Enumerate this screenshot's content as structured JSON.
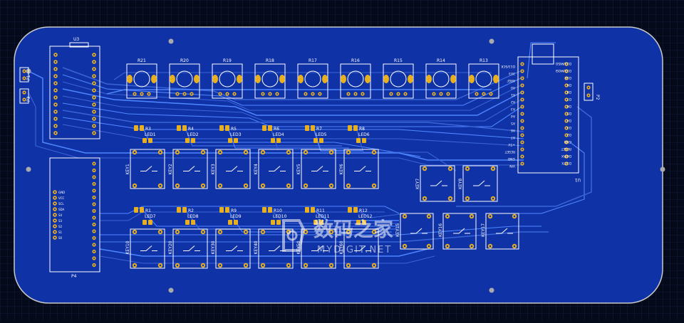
{
  "colors": {
    "background": "#050a1a",
    "grid": "#1b2a55",
    "board": "#0f32a6",
    "board_edge": "#c8c8c8",
    "trace": "#4f86ff",
    "trace_dark": "#3a64d8",
    "silk": "#ffffff",
    "pad": "#e8b020",
    "watermark": "#ffffff"
  },
  "pots": [
    "R21",
    "R20",
    "R19",
    "R18",
    "R17",
    "R16",
    "R15",
    "R14",
    "R13"
  ],
  "leds_row1": [
    {
      "led": "LED1",
      "res": "R3"
    },
    {
      "led": "LED2",
      "res": "R4"
    },
    {
      "led": "LED3",
      "res": "R5"
    },
    {
      "led": "LED4",
      "res": "R6"
    },
    {
      "led": "LED5",
      "res": "R7"
    },
    {
      "led": "LED6",
      "res": "R8"
    }
  ],
  "leds_row2": [
    {
      "led": "LED7",
      "res": "R1"
    },
    {
      "led": "LED8",
      "res": "R2"
    },
    {
      "led": "LED9",
      "res": "R9"
    },
    {
      "led": "LED10",
      "res": "R10"
    },
    {
      "led": "LED11",
      "res": "R11"
    },
    {
      "led": "LED12",
      "res": "R12"
    }
  ],
  "keys_row1": [
    "KEY1",
    "KEY2",
    "KEY3",
    "KEY4",
    "KEY5",
    "KEY6"
  ],
  "keys_row2": [
    "KEY10",
    "KEY20",
    "KEY30",
    "KEY40",
    "KEY50",
    "KEY60"
  ],
  "keys_mid": [
    "KEY7",
    "KEY8"
  ],
  "keys_low": [
    "KEY15",
    "KEY16",
    "KEY17"
  ],
  "u1": {
    "ref": "U1",
    "left_pins": [
      "D13/SCK",
      "3V3",
      "AREF",
      "A0",
      "A1",
      "A2",
      "A3",
      "A4",
      "A5",
      "A6",
      "A7",
      "+5V",
      "RESET",
      "GND",
      "VIN"
    ],
    "right_pins": [
      "D12/MISO",
      "D11/MOSI",
      "D10",
      "D9",
      "D8",
      "D7",
      "D6",
      "D5",
      "D4",
      "D3",
      "D2",
      "GND",
      "RESET",
      "D0/RX",
      "D1/TX"
    ]
  },
  "u3": {
    "ref": "U3"
  },
  "p4": {
    "ref": "P4",
    "pins": [
      "GND",
      "VCC",
      "SCL",
      "SDA",
      "S4",
      "S3",
      "S2",
      "S1",
      "S0"
    ]
  },
  "headers": {
    "p1": "P1",
    "p2": "P2",
    "p3": "P3"
  },
  "watermark": {
    "cn": "数码之家",
    "en": "MYDIGIT.NET"
  }
}
